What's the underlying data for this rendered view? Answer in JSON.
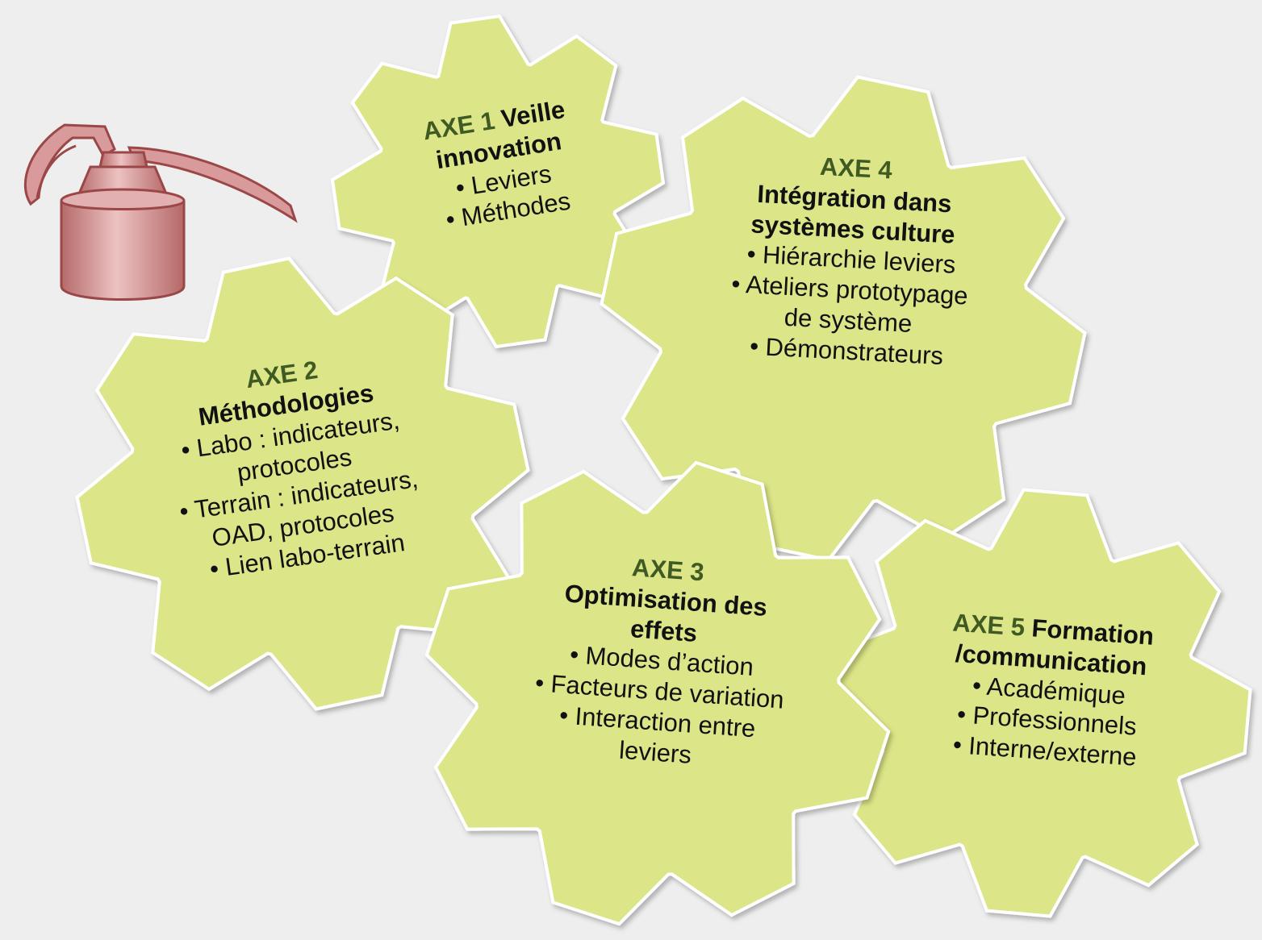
{
  "colors": {
    "background": "#eeeeee",
    "gear_fill": "#dce587",
    "gear_outline": "#ffffff",
    "axe_label": "#3f5a23",
    "text": "#111111",
    "oilcan": "#c98686",
    "oilcan_outline": "#9c4747"
  },
  "illustration": {
    "icon": "oil-can-icon"
  },
  "gears": [
    {
      "axe": "AXE 1",
      "title": "Veille innovation",
      "items": [
        "• Leviers",
        "• Méthodes"
      ]
    },
    {
      "axe": "AXE 2",
      "title": "Méthodologies",
      "items": [
        "• Labo : indicateurs, protocoles",
        "• Terrain  : indicateurs, OAD, protocoles",
        "• Lien labo-terrain"
      ]
    },
    {
      "axe": "AXE 3",
      "title": "Optimisation des effets",
      "items": [
        "• Modes d’action",
        "• Facteurs de variation",
        "• Interaction entre leviers"
      ]
    },
    {
      "axe": "AXE 4",
      "title": "Intégration  dans systèmes  culture",
      "items": [
        "• Hiérarchie  leviers",
        "• Ateliers prototypage de système",
        "• Démonstrateurs"
      ]
    },
    {
      "axe": "AXE 5",
      "title": "Formation /communication",
      "items": [
        "• Académique",
        "• Professionnels",
        "• Interne/externe"
      ]
    }
  ]
}
